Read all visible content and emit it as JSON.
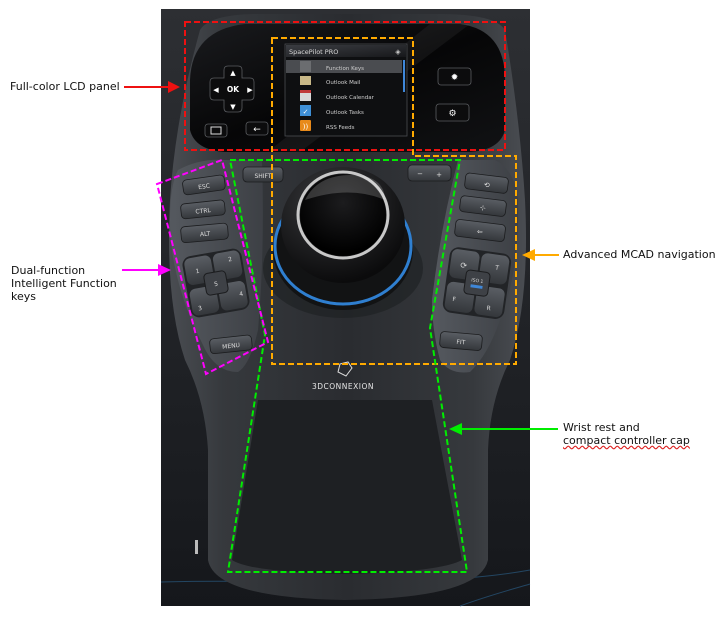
{
  "callouts": [
    {
      "id": "lcd",
      "lines": [
        "Full-color LCD panel"
      ],
      "color": "#ee1111"
    },
    {
      "id": "function-keys",
      "lines": [
        "Dual-function",
        "Intelligent Function",
        "keys"
      ],
      "color": "#ff00ff"
    },
    {
      "id": "mcad",
      "lines": [
        "Advanced MCAD navigation"
      ],
      "color": "#ffaa00"
    },
    {
      "id": "wrist",
      "lines": [
        "Wrist rest and",
        "compact controller cap"
      ],
      "color": "#00ee00"
    }
  ],
  "device": {
    "brand": "3DCONNEXION",
    "lcd": {
      "title": "SpacePilot PRO",
      "menu": [
        {
          "label": "Function Keys",
          "icon": "function-keys-icon",
          "selected": true
        },
        {
          "label": "Outlook Mail",
          "icon": "mail-icon",
          "selected": false
        },
        {
          "label": "Outlook Calendar",
          "icon": "calendar-icon",
          "selected": false
        },
        {
          "label": "Outlook Tasks",
          "icon": "tasks-icon",
          "selected": false
        },
        {
          "label": "RSS Feeds",
          "icon": "rss-icon",
          "selected": false
        }
      ]
    },
    "nav_pad": {
      "ok": "OK"
    },
    "left_keys": {
      "esc": "ESC",
      "ctrl": "CTRL",
      "alt": "ALT",
      "menu": "MENU",
      "numbers": [
        "1",
        "2",
        "3",
        "4",
        "5"
      ]
    },
    "top_keys": {
      "shift": "SHIFT",
      "minus": "−",
      "plus": "+"
    },
    "right_keys": {
      "iso": "ISO 1",
      "top": "T",
      "front": "F",
      "right": "R",
      "fit": "FIT"
    },
    "accent_ring_color": "#2f7fd0"
  }
}
